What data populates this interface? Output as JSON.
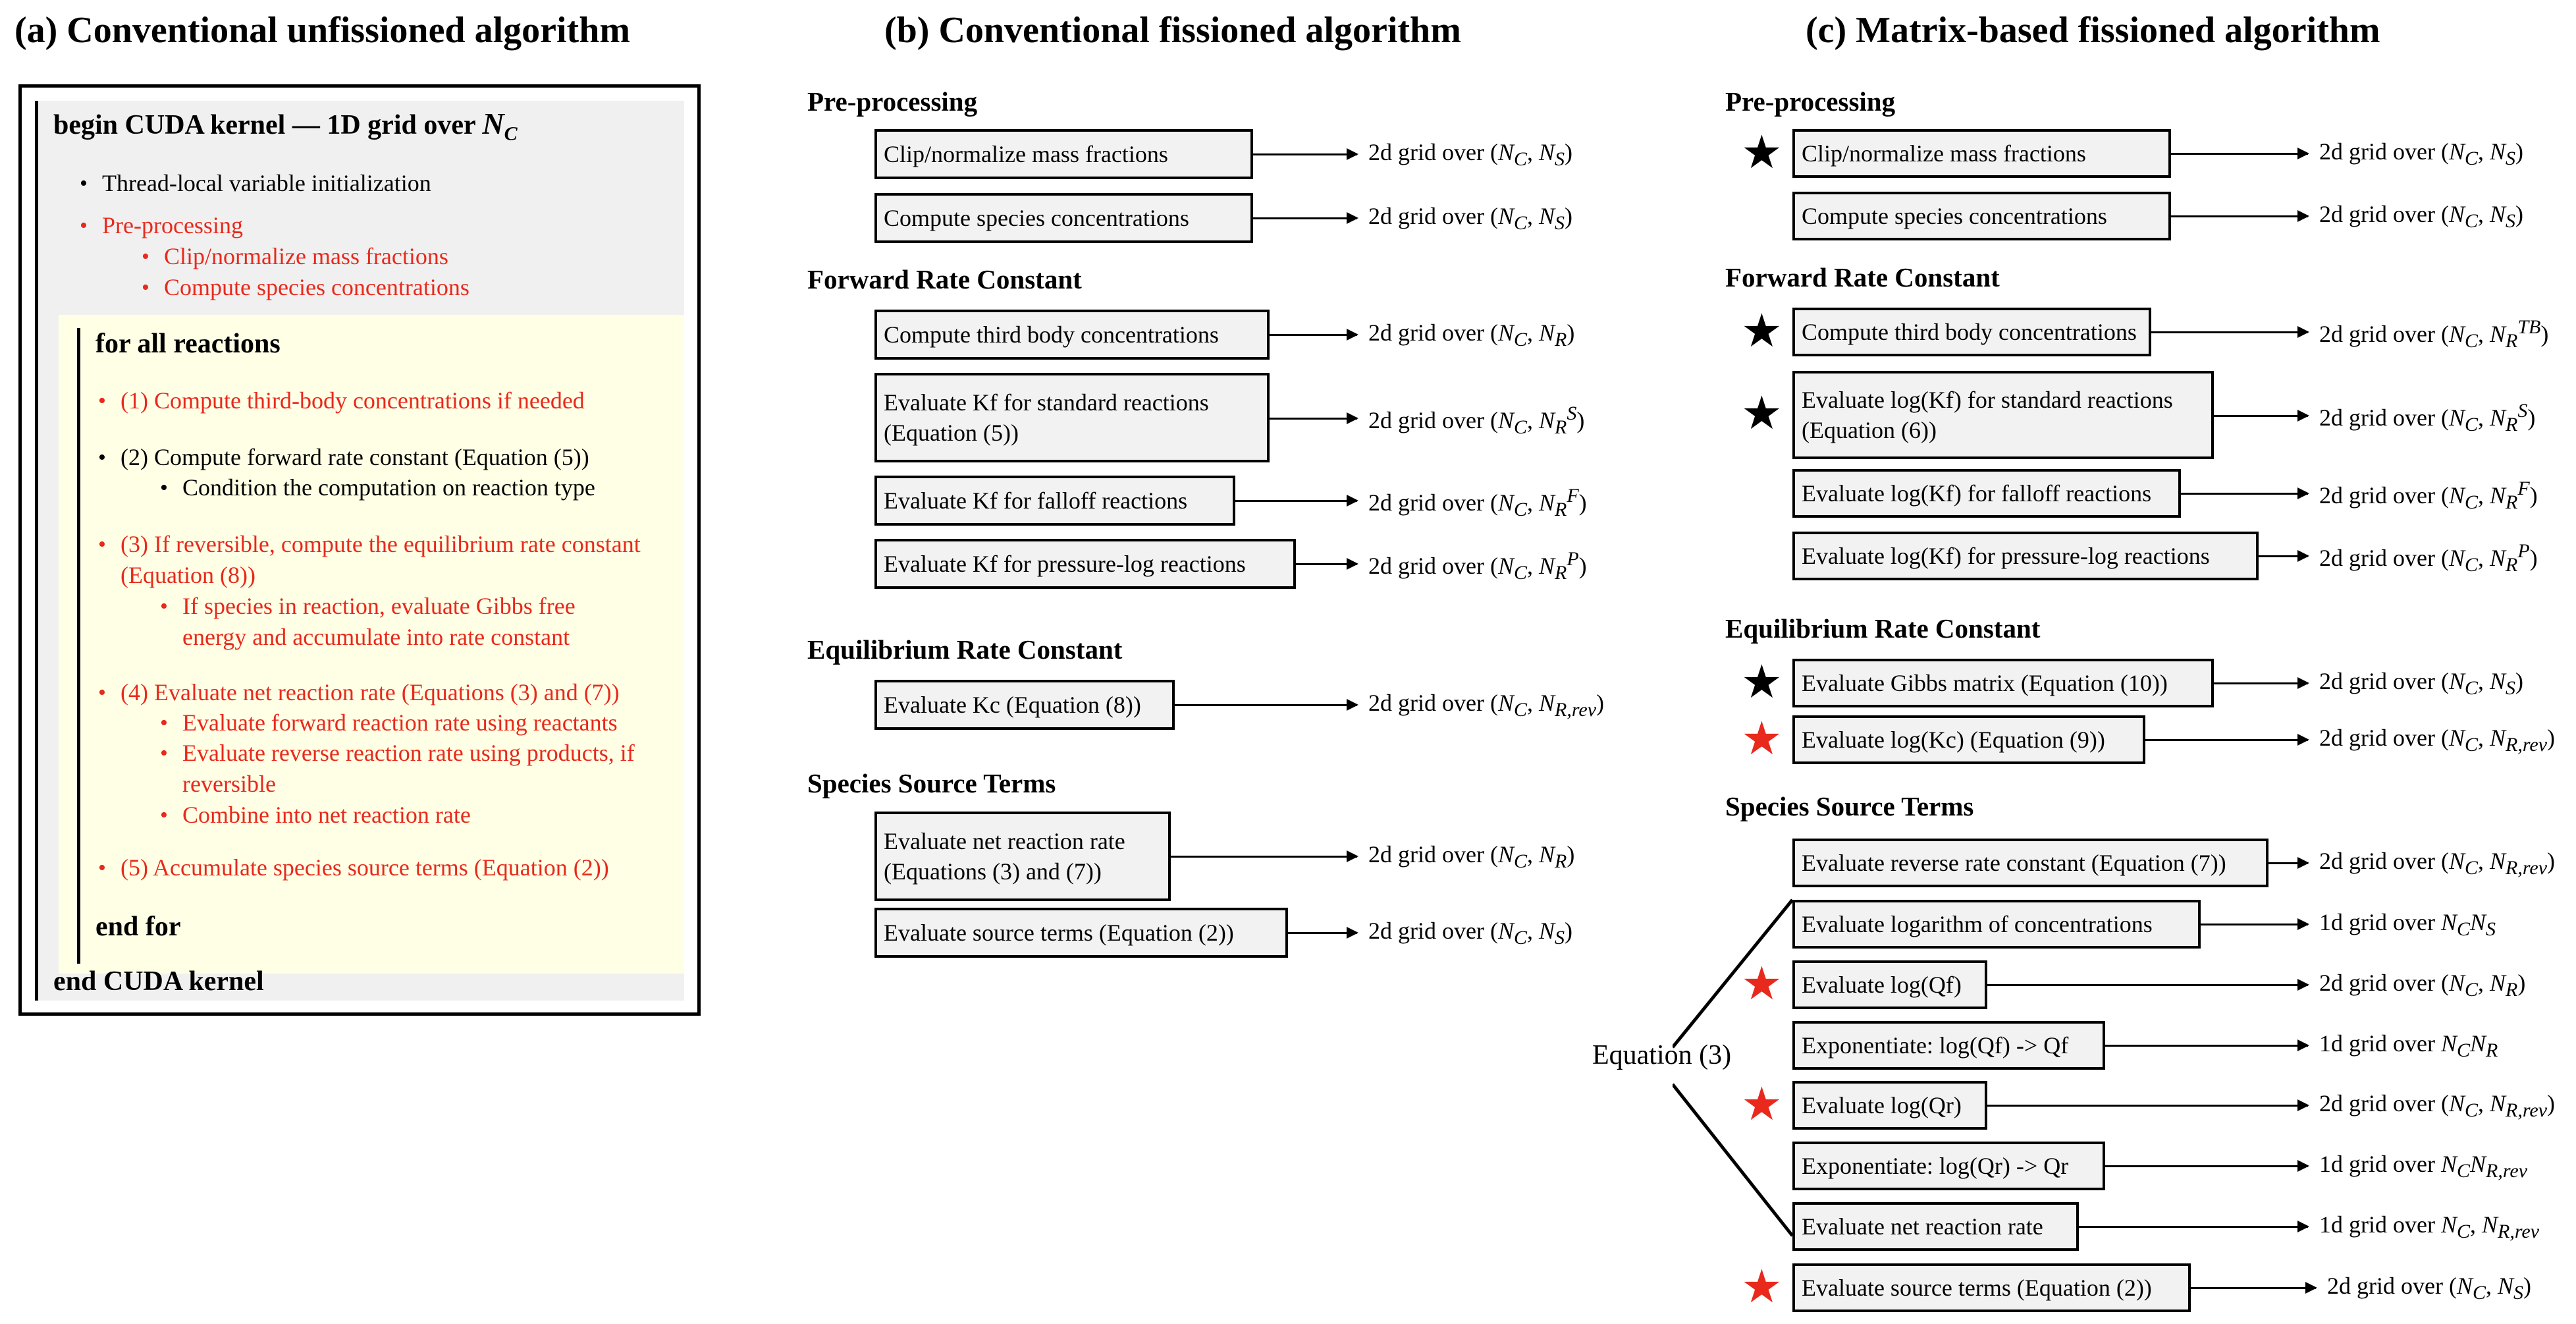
{
  "titles": {
    "a": "(a) Conventional unfissioned algorithm",
    "b": "(b) Conventional fissioned algorithm",
    "c": "(c) Matrix-based fissioned algorithm"
  },
  "panel_a": {
    "kernel_begin": "begin CUDA kernel — 1D grid over",
    "kernel_var": "N",
    "kernel_sub": "C",
    "items": {
      "thread_init": "Thread-local variable initialization",
      "preproc": "Pre-processing",
      "clip": "Clip/normalize mass fractions",
      "conc": "Compute species concentrations"
    },
    "loop_begin": "for all reactions",
    "loop_items": {
      "s1": "(1) Compute third-body concentrations if needed",
      "s2": "(2) Compute forward rate constant (Equation (5))",
      "s2a": "Condition the computation on reaction type",
      "s3": "(3) If reversible, compute the equilibrium rate constant (Equation (8))",
      "s3a": "If species in reaction, evaluate Gibbs free energy and accumulate into rate constant",
      "s4": "(4) Evaluate net reaction rate (Equations (3) and (7))",
      "s4a": "Evaluate forward reaction rate using reactants",
      "s4b": "Evaluate reverse reaction rate using products, if reversible",
      "s4c": "Combine into net reaction rate",
      "s5": "(5) Accumulate species source terms (Equation (2))"
    },
    "loop_end": "end for",
    "kernel_end": "end CUDA kernel"
  },
  "panel_b": {
    "sections": {
      "pre": "Pre-processing",
      "fwd": "Forward Rate Constant",
      "eq": "Equilibrium Rate Constant",
      "src": "Species Source Terms"
    },
    "boxes": {
      "clip": "Clip/normalize mass fractions",
      "conc": "Compute species concentrations",
      "tb": "Compute third body concentrations",
      "kf_std": "Evaluate Kf for standard reactions (Equation (5))",
      "kf_fall": "Evaluate Kf for falloff reactions",
      "kf_plog": "Evaluate Kf for pressure-log reactions",
      "kc": "Evaluate Kc (Equation (8))",
      "net": "Evaluate net reaction rate (Equations (3) and (7))",
      "srcterm": "Evaluate source terms (Equation (2))"
    }
  },
  "panel_c": {
    "sections": {
      "pre": "Pre-processing",
      "fwd": "Forward Rate Constant",
      "eq": "Equilibrium Rate Constant",
      "src": "Species Source Terms"
    },
    "boxes": {
      "clip": "Clip/normalize mass fractions",
      "conc": "Compute species concentrations",
      "tb": "Compute third body concentrations",
      "kf_std": "Evaluate log(Kf) for standard reactions (Equation (6))",
      "kf_fall": "Evaluate log(Kf) for falloff reactions",
      "kf_plog": "Evaluate log(Kf) for pressure-log reactions",
      "gibbs": "Evaluate Gibbs matrix (Equation (10))",
      "logkc": "Evaluate log(Kc) (Equation (9))",
      "rev": "Evaluate reverse rate constant (Equation (7))",
      "logconc": "Evaluate logarithm of concentrations",
      "logqf": "Evaluate log(Qf)",
      "expqf": "Exponentiate: log(Qf) -> Qf",
      "logqr": "Evaluate log(Qr)",
      "expqr": "Exponentiate: log(Qr) -> Qr",
      "netrate": "Evaluate net reaction rate",
      "srcterm": "Evaluate source terms (Equation (2))"
    },
    "equation_label": "Equation (3)"
  },
  "grid": {
    "two_d": "2d grid over",
    "one_d": "1d grid over"
  },
  "colors": {
    "red": "#e8291c",
    "box_fill": "#f2f2f2",
    "kernel_fill": "#f0f0f0",
    "loop_fill": "#ffffe6",
    "star_black": "#000000",
    "star_red": "#e8291c"
  }
}
